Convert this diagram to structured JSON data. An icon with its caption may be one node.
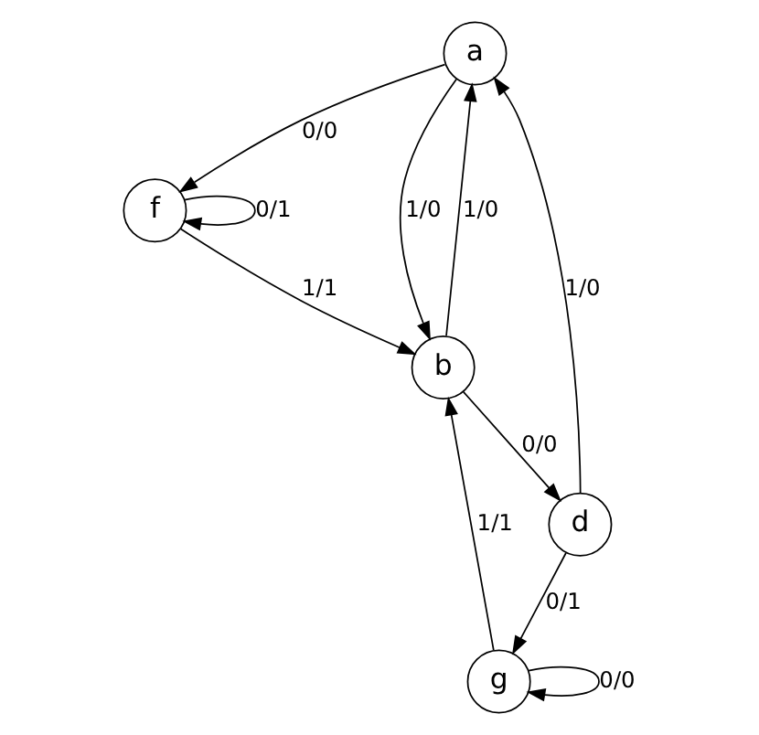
{
  "diagram": {
    "nodes": [
      {
        "text": [
          "a"
        ]
      },
      {
        "text": [
          "f"
        ]
      },
      {
        "text": [
          "b"
        ]
      },
      {
        "text": [
          "d"
        ]
      },
      {
        "text": [
          "g"
        ]
      }
    ],
    "edges": [
      {
        "from": 0,
        "to": 1,
        "arrow": "to",
        "label": "0/0"
      },
      {
        "from": 2,
        "to": 0,
        "arrow": "to",
        "label": "1/0"
      },
      {
        "from": 0,
        "to": 2,
        "arrow": "to",
        "label": "1/0"
      },
      {
        "from": 3,
        "to": 0,
        "arrow": "to",
        "label": "1/0"
      },
      {
        "from": 1,
        "to": 1,
        "arrow": "to",
        "label": "0/1"
      },
      {
        "from": 1,
        "to": 2,
        "arrow": "to",
        "label": "1/1"
      },
      {
        "from": 2,
        "to": 3,
        "arrow": "to",
        "label": "0/0"
      },
      {
        "from": 4,
        "to": 2,
        "arrow": "to",
        "label": "1/1"
      },
      {
        "from": 3,
        "to": 4,
        "arrow": "to",
        "label": "0/1"
      },
      {
        "from": 4,
        "to": 4,
        "arrow": "to",
        "label": "0/0"
      }
    ]
  }
}
